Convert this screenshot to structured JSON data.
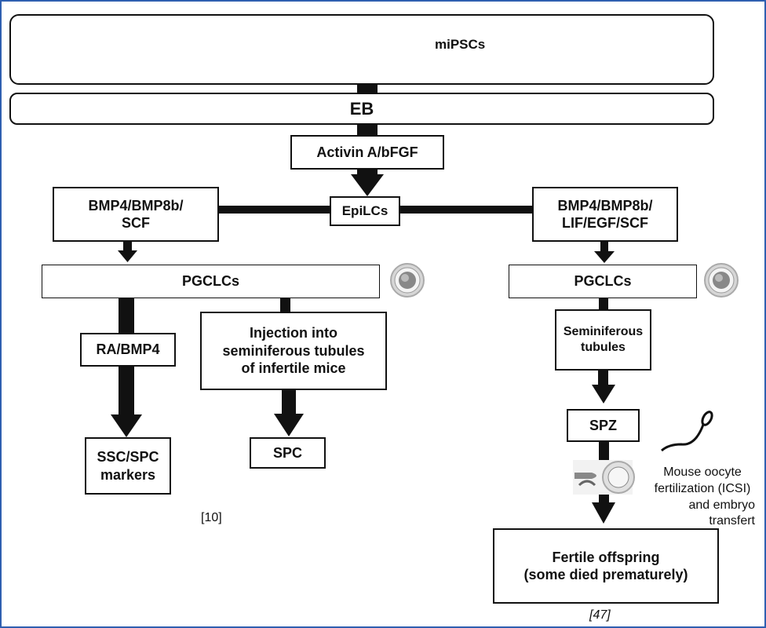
{
  "top": {
    "cells_label": "miPSCs",
    "eb_label": "EB"
  },
  "center": {
    "activin_label": "Activin A/bFGF",
    "epilcs_label": "EpiLCs"
  },
  "left_branch": {
    "factors_label_line1": "BMP4/BMP8b/",
    "factors_label_line2": "SCF",
    "pgclcs_label": "PGCLCs",
    "ra_label": "RA/BMP4",
    "injection_line1": "Injection into",
    "injection_line2": "seminiferous tubules",
    "injection_line3": "of infertile mice",
    "markers_line1": "SSC/SPC",
    "markers_line2": "markers",
    "spc_label": "SPC",
    "reference": "[10]"
  },
  "right_branch": {
    "factors_label_line1": "BMP4/BMP8b/",
    "factors_label_line2": "LIF/EGF/SCF",
    "pgclcs_label": "PGCLCs",
    "tubules_line1": "Seminiferous",
    "tubules_line2": "tubules",
    "spz_label": "SPZ",
    "icsi_line1": "Mouse oocyte",
    "icsi_line2": "fertilization (ICSI)",
    "icsi_line3": "and embryo",
    "icsi_line4": "transfert",
    "offspring_line1": "Fertile offspring",
    "offspring_line2": "(some died prematurely)",
    "reference": "[47]"
  },
  "colors": {
    "frame": "#2f5fb0",
    "arrow": "#111111",
    "box_border": "#111111"
  }
}
